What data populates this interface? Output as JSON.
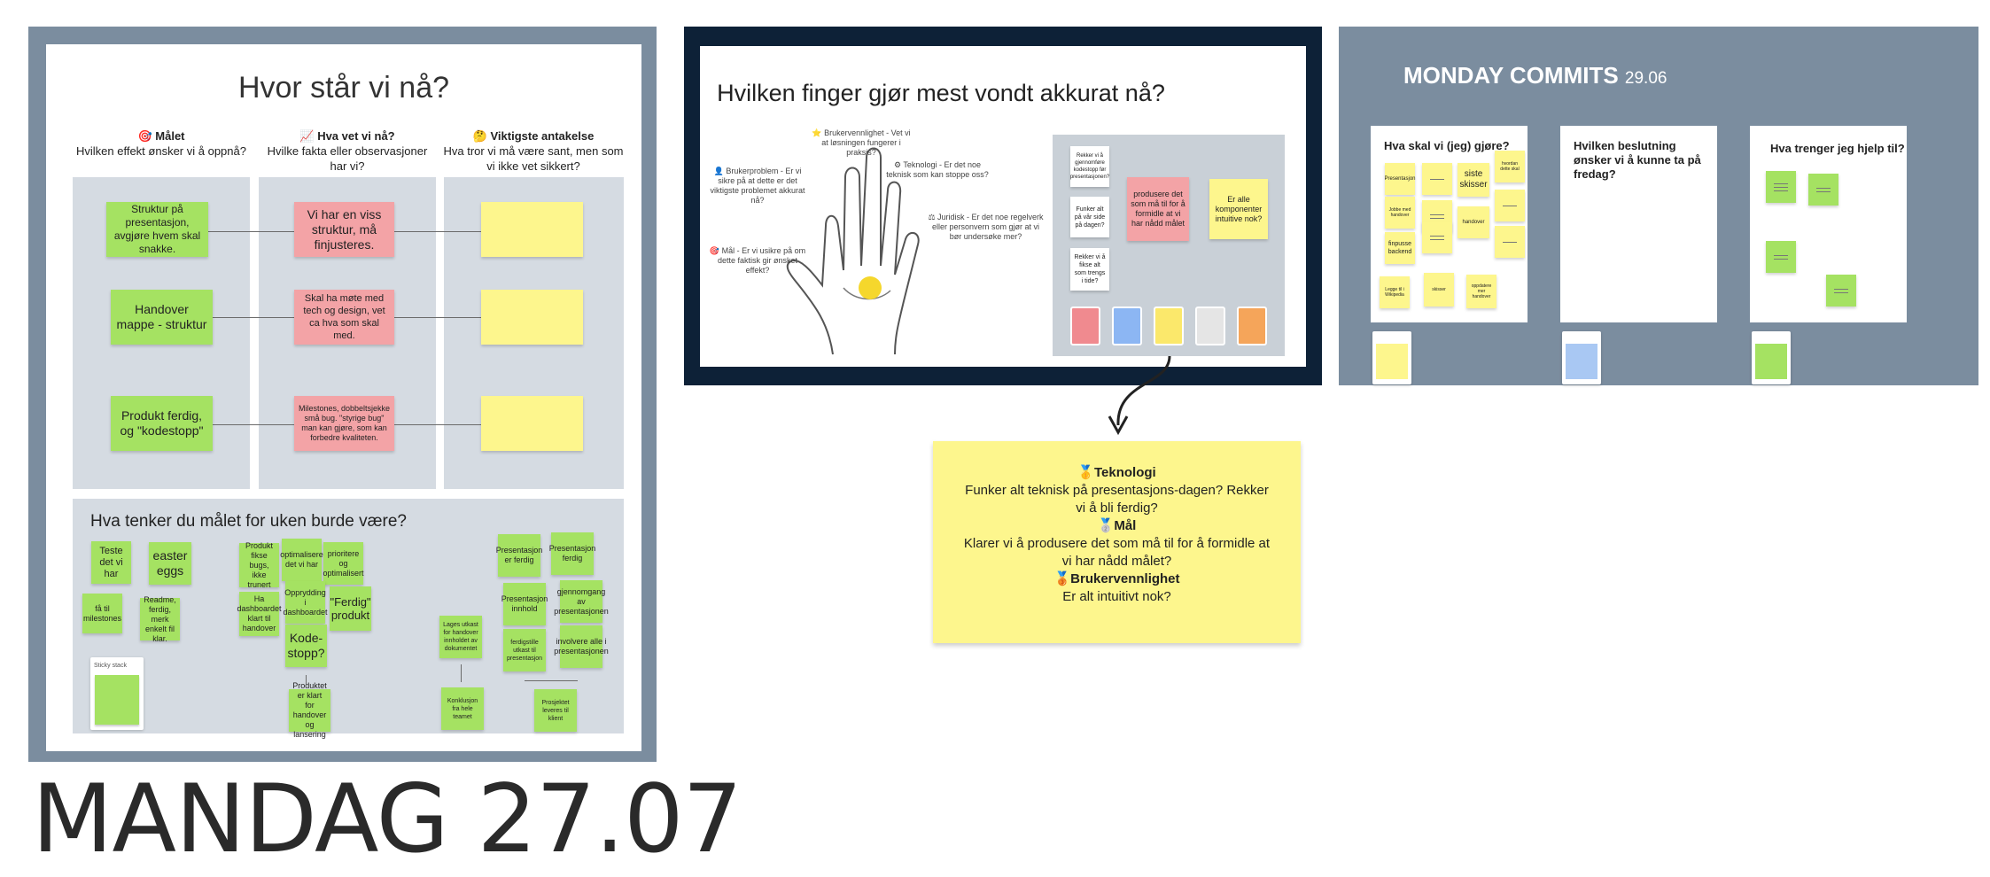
{
  "frame1": {
    "title": "Hvor står vi nå?",
    "columns": [
      {
        "icon": "🎯",
        "heading": "Målet",
        "subtitle": "Hvilken effekt ønsker vi å oppnå?"
      },
      {
        "icon": "📈",
        "heading": "Hva vet vi nå?",
        "subtitle": "Hvilke fakta eller observasjoner har vi?"
      },
      {
        "icon": "🤔",
        "heading": "Viktigste antakelse",
        "subtitle": "Hva tror vi må være sant, men som vi ikke vet sikkert?"
      }
    ],
    "goals": [
      "Struktur på presentasjon, avgjøre hvem skal snakke.",
      "Handover mappe - struktur",
      "Produkt ferdig, og \"kodestopp\""
    ],
    "facts": [
      "Vi har en viss struktur, må finjusteres.",
      "Skal ha møte med tech og design, vet ca hva som skal med.",
      "Milestones, dobbeltsjekke små bug. \"styrige bug\" man kan gjøre, som kan forbedre kvaliteten."
    ],
    "lower_title": "Hva tenker du målet for uken burde være?",
    "lower_stickies": {
      "teste": "Teste det vi har",
      "easter": "easter eggs",
      "fa_til": "få til milestones",
      "readme": "Readme, ferdig, merk enkelt fil klar.",
      "produkt_fix": "Produkt fikse bugs, ikke trunert",
      "optimalisere": "optimalisere det vi har",
      "prioritere": "prioritere og optimalisert",
      "opprydding": "Opprydding i dashboardet",
      "ha_dash": "Ha dashboardet klart til handover",
      "ferdig": "\"Ferdig\" produkt",
      "kode": "Kode-stopp?",
      "produkt_klart": "Produktet er klart for handover og lansering",
      "pres_ferdig": "Presentasjon er ferdig",
      "pres_ferdig2": "Presentasjon ferdig",
      "pres_innhold": "Presentasjon innhold",
      "gjennomgang": "gjennomgang av presentasjonen",
      "lages": "Lages utkast for handover innholdet av dokumentet",
      "ferdigstille": "ferdigstille utkast til presentasjon",
      "involvere": "involvere alle i presentasjonen",
      "konklusjon": "Konklusjon fra hele teamet",
      "prosjektet": "Prosjektet leveres til klient",
      "sticky_stack": "Sticky stack"
    }
  },
  "big_date": "MANDAG 27.07",
  "frame2": {
    "title": "Hvilken finger gjør mest vondt akkurat nå?",
    "hand_labels": {
      "brukervennlighet": "⭐ Brukervennlighet - Vet vi at løsningen fungerer i praksis?",
      "teknologi": "⚙ Teknologi - Er det noe teknisk som kan stoppe oss?",
      "brukerproblem": "👤 Brukerproblem - Er vi sikre på at dette er det viktigste problemet akkurat nå?",
      "juridisk": "⚖ Juridisk - Er det noe regelverk eller personvern som gjør at vi bør undersøke mer?",
      "mal": "🎯 Mål - Er vi usikre på om dette faktisk gir ønsket effekt?"
    },
    "panel_stickies": {
      "w1": "Rekker vi å gjennomføre kodestopp før presentasjonen?",
      "w2": "Funker alt på vår side på dagen?",
      "w3": "Rekker vi å fikse alt som trengs i tide?",
      "pink": "produsere det som må til for å formidle at vi har nådd målet",
      "yellow": "Er alle komponenter intuitive nok?"
    }
  },
  "callout": {
    "icon1": "🥇",
    "heading1": "Teknologi",
    "text1": "Funker alt teknisk på presentasjons-dagen? Rekker vi å bli ferdig?",
    "icon2": "🥈",
    "heading2": "Mål",
    "text2": "Klarer vi å produsere det som må til for å formidle at vi har nådd målet?",
    "icon3": "🥉",
    "heading3": "Brukervennlighet",
    "text3": "Er alt intuitivt nok?"
  },
  "frame3": {
    "title": "MONDAY COMMITS",
    "date": "29.06",
    "boards": [
      {
        "title": "Hva skal vi (jeg) gjøre?"
      },
      {
        "title": "Hvilken beslutning ønsker vi å kunne ta på fredag?"
      },
      {
        "title": "Hva trenger jeg hjelp til?"
      }
    ],
    "stickies": {
      "pres": "Presentasjon",
      "siste": "siste skisser",
      "handover": "handover",
      "finpusse": "finpusse backend",
      "legge": "Legge til i Wikipedia",
      "skisser": "skisser",
      "jobbe": "Jobbe med handover",
      "hvordan": "hvordan dette skal",
      "oppdatere": "oppdatere mer handover"
    }
  },
  "colors": {
    "frame_gray": "#7b8d9f",
    "frame_navy": "#0d2137",
    "sticky_green": "#a5e262",
    "sticky_pink": "#f3a3a6",
    "sticky_yellow": "#fdf68d",
    "column_bg": "#d5dbe2"
  }
}
